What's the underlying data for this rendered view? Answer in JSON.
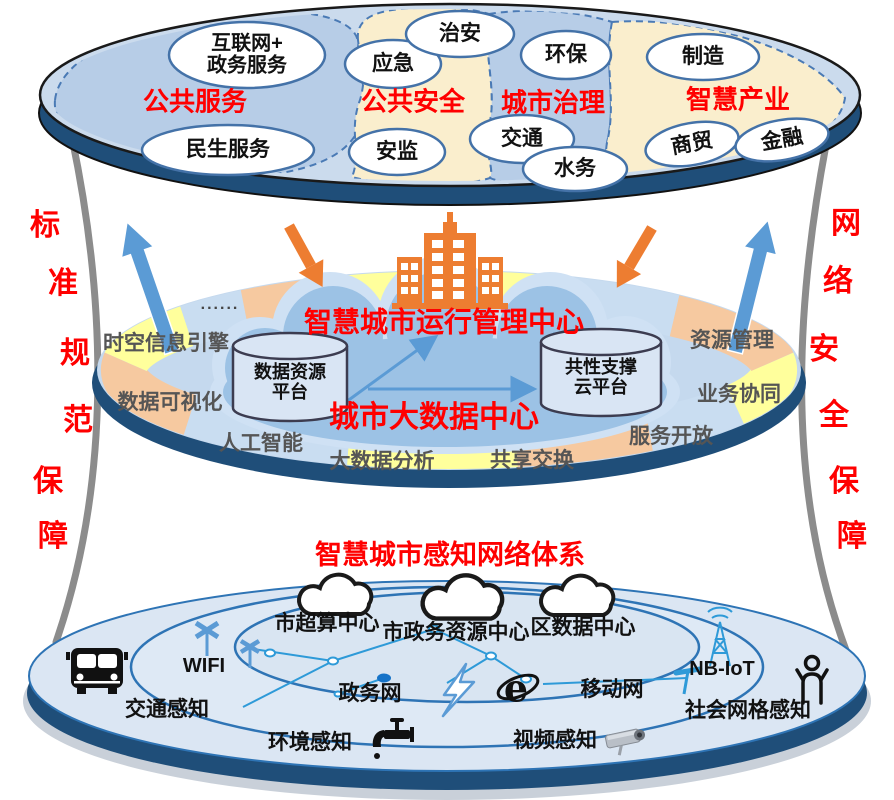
{
  "top_layer": {
    "sections": [
      "公共服务",
      "公共安全",
      "城市治理",
      "智慧产业"
    ],
    "bubbles": [
      "互联网+\n政务服务",
      "民生服务",
      "应急",
      "治安",
      "安监",
      "环保",
      "交通",
      "水务",
      "制造",
      "商贸",
      "金融"
    ]
  },
  "middle_layer": {
    "management_center": "智慧城市运行管理中心",
    "big_data_center": "城市大数据中心",
    "ellipsis": "......",
    "platforms": [
      "数据资源\n平台",
      "共性支撑\n云平台"
    ],
    "capabilities": [
      "时空信息引擎",
      "数据可视化",
      "人工智能",
      "大数据分析",
      "共享交换",
      "服务开放",
      "业务协同",
      "资源管理"
    ]
  },
  "guarantees": {
    "left": {
      "text": "标准规范保障",
      "chars": [
        "标",
        "准",
        "规",
        "范",
        "保",
        "障"
      ]
    },
    "right": {
      "text": "网络安全保障",
      "chars": [
        "网",
        "络",
        "安",
        "全",
        "保",
        "障"
      ]
    }
  },
  "bottom_layer": {
    "title": "智慧城市感知网络体系",
    "data_centers": [
      "市超算中心",
      "市政务资源中心",
      "区数据中心"
    ],
    "networks": [
      "WIFI",
      "政务网",
      "移动网",
      "NB-IoT"
    ],
    "perceptions": [
      "交通感知",
      "环境感知",
      "视频感知",
      "社会网格感知"
    ],
    "ie_glyph": "e"
  },
  "palette": {
    "red": "#ff0000",
    "navy": "#1f4e79",
    "orange": "#ed7d31",
    "arrow_blue": "#5b9bd5",
    "platter_blue": "#c5d9ee",
    "region_blue": "#b7cde7",
    "region_cream": "#faeecd",
    "ring_yellow": "#ffff9c",
    "ring_peach": "#f6c9a0",
    "ring_blue": "#c9ddf1",
    "cloud_blue": "#9cc2e5",
    "bottom_blue": "#dbe6f3",
    "line_blue": "#2e9ad8",
    "curve_gray": "#8c8c8c"
  }
}
